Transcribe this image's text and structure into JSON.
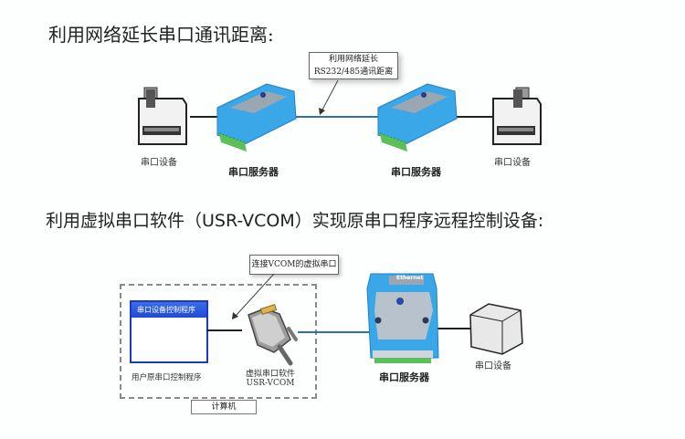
{
  "section1": {
    "heading": "利用网络延长串口通讯距离:",
    "callout_line1": "利用网络延长",
    "callout_line2": "RS232/485通讯距离",
    "left_device_label": "串口设备",
    "left_server_label": "串口服务器",
    "right_server_label": "串口服务器",
    "right_device_label": "串口设备"
  },
  "section2": {
    "heading": "利用虚拟串口软件（USR-VCOM）实现原串口程序远程控制设备:",
    "callout": "连接VCOM的虚拟串口",
    "app_window_title": "串口设备控制程序",
    "app_label": "用户原串口控制程序",
    "vcom_label_line1": "虚拟串口软件",
    "vcom_label_line2": "USR-VCOM",
    "computer_label": "计算机",
    "server_top_label": "Ethernet",
    "server_label": "串口服务器",
    "device_label": "串口设备"
  },
  "colors": {
    "server_blue": "#3aa8e8",
    "network_line": "#2f6fb8",
    "terminal_green": "#5cc05a",
    "app_window_border": "#1e38c8"
  }
}
